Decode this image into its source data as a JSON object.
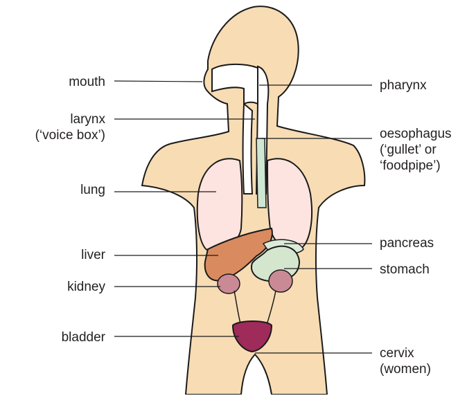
{
  "labels": {
    "mouth": "mouth",
    "larynx": "larynx",
    "larynx_note": "(‘voice box’)",
    "lung": "lung",
    "liver": "liver",
    "kidney": "kidney",
    "bladder": "bladder",
    "pharynx": "pharynx",
    "oesophagus": "oesophagus",
    "oesophagus_note1": "(‘gullet’ or",
    "oesophagus_note2": "‘foodpipe’)",
    "pancreas": "pancreas",
    "stomach": "stomach",
    "cervix": "cervix",
    "cervix_note": "(women)"
  },
  "colors": {
    "skin": "#f7dcb4",
    "outline": "#1a1a1a",
    "lung": "#fde4e0",
    "liver": "#d98b5f",
    "pancreas": "#dcebd8",
    "stomach": "#d5e6cf",
    "kidney": "#c98a96",
    "bladder": "#9e2b5a",
    "oesophagus": "#cfe6d2"
  }
}
